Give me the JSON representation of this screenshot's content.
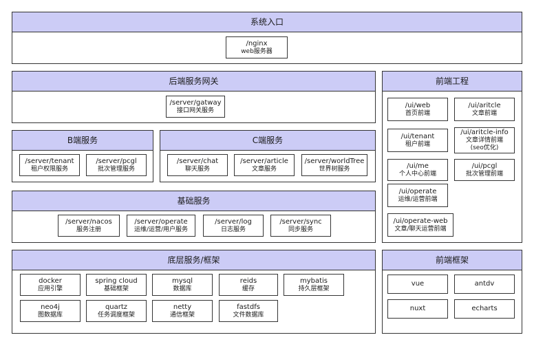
{
  "sections": {
    "entry": "系统入口",
    "gateway": "后端服务网关",
    "b_service": "B端服务",
    "c_service": "C端服务",
    "base_service": "基础服务",
    "bottom_service": "底层服务/框架",
    "frontend": "前端工程",
    "frontend_framework": "前端框架"
  },
  "nodes": {
    "nginx": {
      "title": "/nginx",
      "desc": "web服务器"
    },
    "gatway": {
      "title": "/server/gatway",
      "desc": "接口网关服务"
    },
    "tenant": {
      "title": "/server/tenant",
      "desc": "租户权限服务"
    },
    "pcgl": {
      "title": "/server/pcgl",
      "desc": "批次管理服务"
    },
    "chat": {
      "title": "/server/chat",
      "desc": "聊天服务"
    },
    "article": {
      "title": "/server/article",
      "desc": "文章服务"
    },
    "worldtree": {
      "title": "/server/worldTree",
      "desc": "世界树服务"
    },
    "nacos": {
      "title": "/server/nacos",
      "desc": "服务注册"
    },
    "operate": {
      "title": "/server/operate",
      "desc": "运维/运营/用户服务"
    },
    "log": {
      "title": "/server/log",
      "desc": "日志服务"
    },
    "sync": {
      "title": "/server/sync",
      "desc": "同步服务"
    },
    "docker": {
      "title": "docker",
      "desc": "应用引擎"
    },
    "springcloud": {
      "title": "spring cloud",
      "desc": "基础框架"
    },
    "mysql": {
      "title": "mysql",
      "desc": "数据库"
    },
    "reids": {
      "title": "reids",
      "desc": "缓存"
    },
    "mybatis": {
      "title": "mybatis",
      "desc": "持久层框架"
    },
    "neo4j": {
      "title": "neo4j",
      "desc": "图数据库"
    },
    "quartz": {
      "title": "quartz",
      "desc": "任务调度框架"
    },
    "netty": {
      "title": "netty",
      "desc": "通信框架"
    },
    "fastdfs": {
      "title": "fastdfs",
      "desc": "文件数据库"
    },
    "ui_web": {
      "title": "/ui/web",
      "desc": "首页前端"
    },
    "ui_aritcle": {
      "title": "/ui/aritcle",
      "desc": "文章前端"
    },
    "ui_tenant": {
      "title": "/ui/tenant",
      "desc": "租户前端"
    },
    "ui_aritcle_info": {
      "title": "/ui/aritcle-info",
      "desc": "文章详情前端",
      "desc2": "(seo优化)"
    },
    "ui_me": {
      "title": "/ui/me",
      "desc": "个人中心前端"
    },
    "ui_pcgl": {
      "title": "/ui/pcgl",
      "desc": "批次管理前端"
    },
    "ui_operate": {
      "title": "/ui/operate",
      "desc": "运维/运营前端"
    },
    "ui_operate_web": {
      "title": "/ui/operate-web",
      "desc": "文章/聊天运营前端"
    },
    "vue": {
      "title": "vue"
    },
    "antdv": {
      "title": "antdv"
    },
    "nuxt": {
      "title": "nuxt"
    },
    "echarts": {
      "title": "echarts"
    }
  }
}
